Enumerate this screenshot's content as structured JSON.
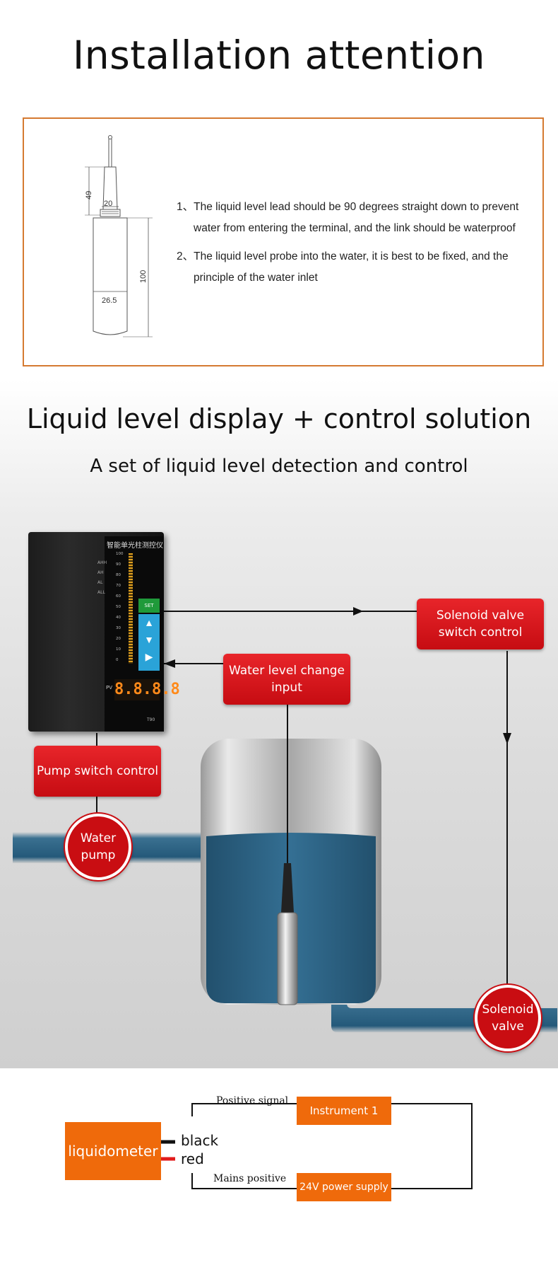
{
  "section1": {
    "title": "Installation attention",
    "dimensions": {
      "d49": "49",
      "d20": "20",
      "d26": "26.5",
      "d100": "100"
    },
    "notes": [
      {
        "num": "1、",
        "text": "The liquid level lead should be 90 degrees straight down to prevent water from entering the terminal, and the link should be waterproof"
      },
      {
        "num": "2、",
        "text": "The liquid level probe into the water, it is best to be fixed, and the principle of the water inlet"
      }
    ]
  },
  "section2": {
    "title": "Liquid level display + control solution",
    "subtitle": "A set of liquid level detection and control",
    "instrument": {
      "header": "智能单光柱测控仪",
      "alarms": [
        "AHH",
        "AH",
        "AL",
        "ALL"
      ],
      "scale": [
        "100",
        "90",
        "80",
        "70",
        "60",
        "50",
        "40",
        "30",
        "20",
        "10",
        "0"
      ],
      "set_label": "SET",
      "pv_label": "PV",
      "display": "8.8.8.8",
      "model": "T90"
    },
    "labels": {
      "solenoid_control": "Solenoid valve switch control",
      "water_level_input": "Water level change input",
      "pump_switch": "Pump switch control",
      "water_pump": "Water pump",
      "solenoid_valve": "Solenoid valve"
    }
  },
  "wiring": {
    "liquidometer": "liquidometer",
    "black": "black",
    "red": "red",
    "positive_signal": "Positive signal",
    "mains_positive": "Mains positive",
    "instrument1": "Instrument 1",
    "power": "24V power supply"
  },
  "colors": {
    "frame": "#d57a31",
    "red": "#c90d12",
    "orange": "#ef6a0b",
    "water": "#2f6a8d"
  }
}
